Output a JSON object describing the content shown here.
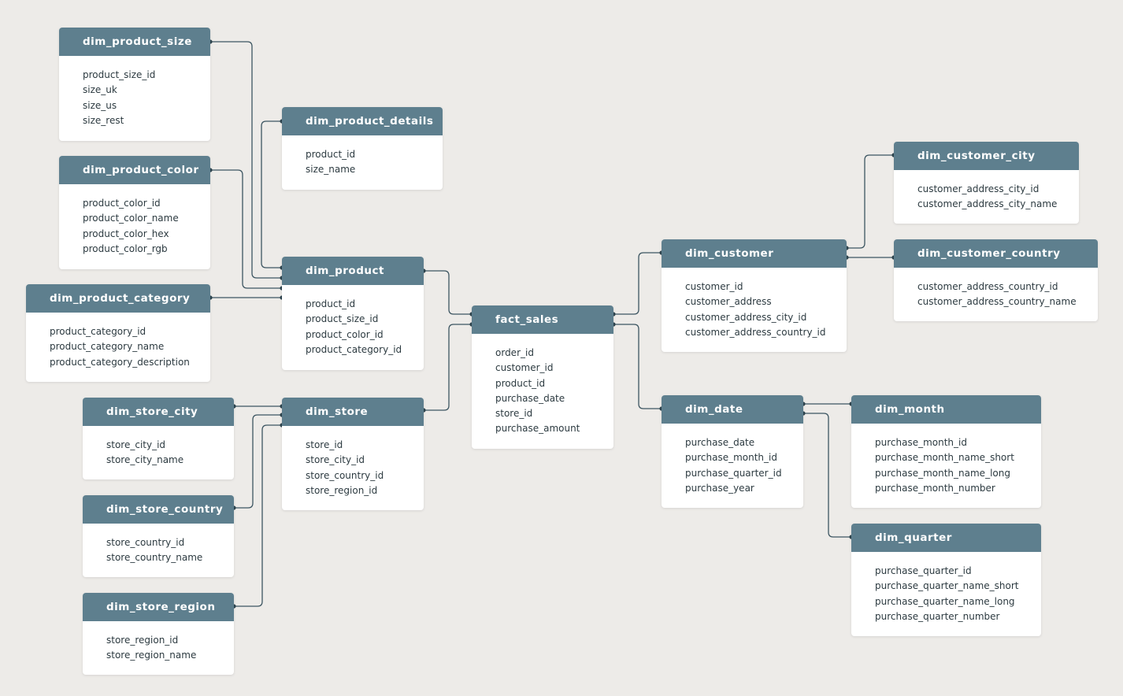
{
  "tables": {
    "dim_product_size": {
      "name": "dim_product_size",
      "fields": [
        "product_size_id",
        "size_uk",
        "size_us",
        "size_rest"
      ]
    },
    "dim_product_color": {
      "name": "dim_product_color",
      "fields": [
        "product_color_id",
        "product_color_name",
        "product_color_hex",
        "product_color_rgb"
      ]
    },
    "dim_product_category": {
      "name": "dim_product_category",
      "fields": [
        "product_category_id",
        "product_category_name",
        "product_category_description"
      ]
    },
    "dim_product_details": {
      "name": "dim_product_details",
      "fields": [
        "product_id",
        "size_name"
      ]
    },
    "dim_product": {
      "name": "dim_product",
      "fields": [
        "product_id",
        "product_size_id",
        "product_color_id",
        "product_category_id"
      ]
    },
    "dim_store_city": {
      "name": "dim_store_city",
      "fields": [
        "store_city_id",
        "store_city_name"
      ]
    },
    "dim_store_country": {
      "name": "dim_store_country",
      "fields": [
        "store_country_id",
        "store_country_name"
      ]
    },
    "dim_store_region": {
      "name": "dim_store_region",
      "fields": [
        "store_region_id",
        "store_region_name"
      ]
    },
    "dim_store": {
      "name": "dim_store",
      "fields": [
        "store_id",
        "store_city_id",
        "store_country_id",
        "store_region_id"
      ]
    },
    "fact_sales": {
      "name": "fact_sales",
      "fields": [
        "order_id",
        "customer_id",
        "product_id",
        "purchase_date",
        "store_id",
        "purchase_amount"
      ]
    },
    "dim_customer": {
      "name": "dim_customer",
      "fields": [
        "customer_id",
        "customer_address",
        "customer_address_city_id",
        "customer_address_country_id"
      ]
    },
    "dim_customer_city": {
      "name": "dim_customer_city",
      "fields": [
        "customer_address_city_id",
        "customer_address_city_name"
      ]
    },
    "dim_customer_country": {
      "name": "dim_customer_country",
      "fields": [
        "customer_address_country_id",
        "customer_address_country_name"
      ]
    },
    "dim_date": {
      "name": "dim_date",
      "fields": [
        "purchase_date",
        "purchase_month_id",
        "purchase_quarter_id",
        "purchase_year"
      ]
    },
    "dim_month": {
      "name": "dim_month",
      "fields": [
        "purchase_month_id",
        "purchase_month_name_short",
        "purchase_month_name_long",
        "purchase_month_number"
      ]
    },
    "dim_quarter": {
      "name": "dim_quarter",
      "fields": [
        "purchase_quarter_id",
        "purchase_quarter_name_short",
        "purchase_quarter_name_long",
        "purchase_quarter_number"
      ]
    }
  },
  "colors": {
    "background": "#edebe8",
    "header": "#5e7f8e",
    "connector": "#3c5561"
  }
}
